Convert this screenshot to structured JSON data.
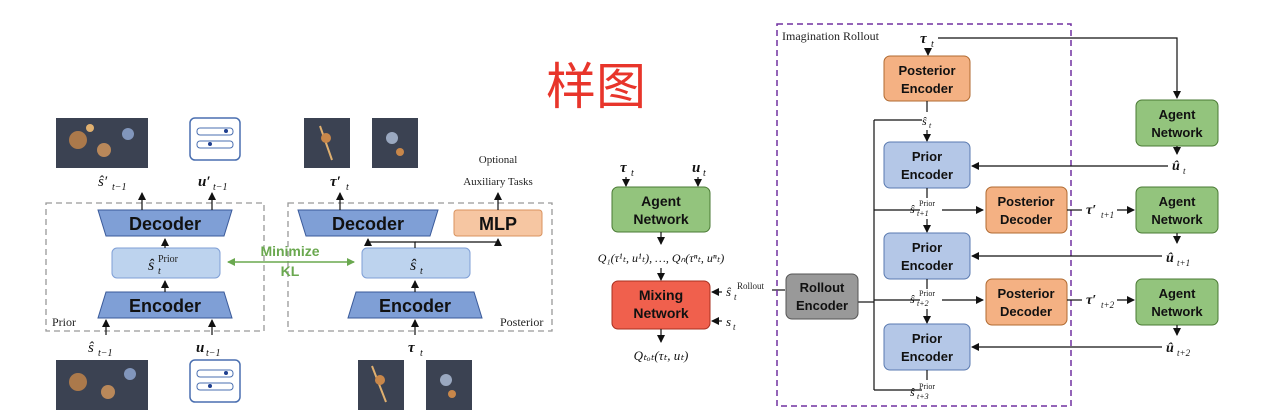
{
  "watermark": "样图",
  "left": {
    "decoder_prior": "Decoder",
    "encoder_prior": "Encoder",
    "decoder_post": "Decoder",
    "encoder_post": "Encoder",
    "mlp": "MLP",
    "minimize": "Minimize",
    "kl": "KL",
    "prior_label": "Prior",
    "posterior_label": "Posterior",
    "optional_line1": "Optional",
    "optional_line2": "Auxiliary Tasks",
    "s_prior_latent": "ŝ",
    "s_prior_sup": "Prior",
    "s_post_latent": "ŝ",
    "out_s": "ŝ′",
    "out_u": "u′",
    "out_tau": "τ′",
    "in_s": "ŝ",
    "in_u": "u",
    "in_tau": "τ",
    "sub_t_minus_1": "t−1",
    "sub_t": "t"
  },
  "middle": {
    "agent_network_l1": "Agent",
    "agent_network_l2": "Network",
    "mixing_l1": "Mixing",
    "mixing_l2": "Network",
    "tau_t": "τ",
    "u_t": "u",
    "q_expr": "Q₁(τ¹ₜ, u¹ₜ), …, Qₙ(τⁿₜ, uⁿₜ)",
    "qtot": "Qₜₒₜ(τₜ, uₜ)",
    "s_rollout": "ŝ",
    "rollout_sup": "Rollout",
    "s_t": "s",
    "sub_t": "t"
  },
  "right": {
    "title": "Imagination Rollout",
    "posterior_encoder_l1": "Posterior",
    "posterior_encoder_l2": "Encoder",
    "prior_encoder_l1": "Prior",
    "prior_encoder_l2": "Encoder",
    "posterior_decoder_l1": "Posterior",
    "posterior_decoder_l2": "Decoder",
    "agent_network_l1": "Agent",
    "agent_network_l2": "Network",
    "rollout_encoder_l1": "Rollout",
    "rollout_encoder_l2": "Encoder",
    "tau_t": "τ",
    "s_t": "ŝ",
    "u_t": "û",
    "s_t1_prior": "ŝ",
    "s_t2_prior": "ŝ",
    "s_t3_prior": "ŝ",
    "prior_sup": "Prior",
    "tau_prime": "τ′",
    "u_hat": "û",
    "sub_t": "t",
    "sub_t1": "t+1",
    "sub_t2": "t+2",
    "sub_t3": "t+3"
  },
  "colors": {
    "encoder_blue": "#7f9fd6",
    "latent_blue": "#bdd3ee",
    "mlp_orange": "#f6c6a2",
    "kl_green": "#6aa84f",
    "agent_green": "#93c47d",
    "mixing_red": "#f0604d",
    "rollout_gray": "#999999",
    "posterior_orange": "#f4b183",
    "prior_blue": "#b4c7e7",
    "rollout_border": "#7030a0",
    "watermark_red": "#e8352b"
  }
}
